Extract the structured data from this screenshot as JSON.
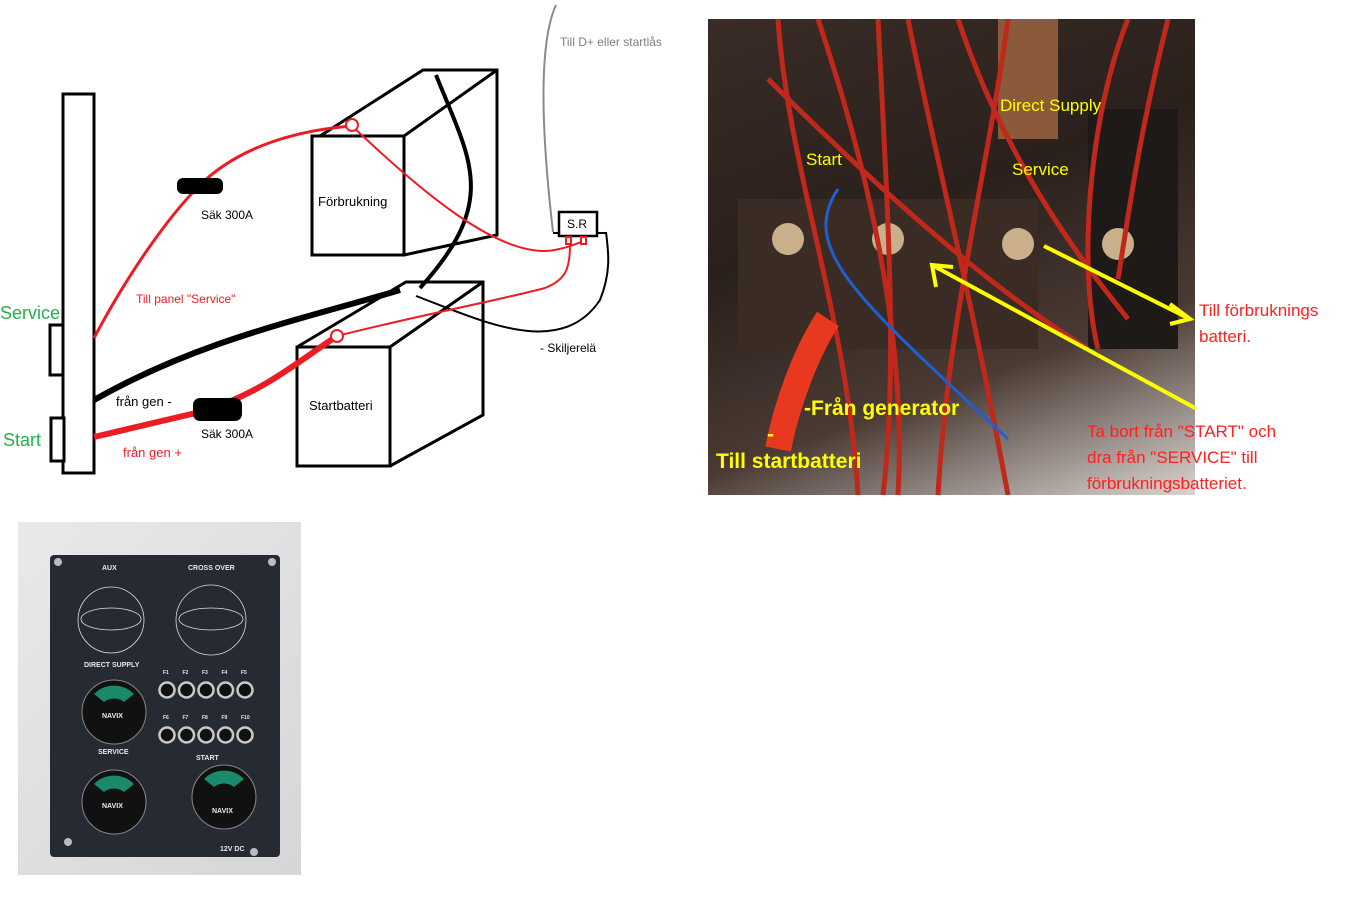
{
  "diagram": {
    "labels": {
      "service": "Service",
      "start": "Start",
      "forbrukning": "Förbrukning",
      "startbatteri": "Startbatteri",
      "fuse_top": "Säk 300A",
      "fuse_bottom": "Säk 300A",
      "till_panel_service": "Till panel \"Service\"",
      "fran_gen_minus": "från gen -",
      "fran_gen_plus": "från gen +",
      "sr": "S.R",
      "skiljerela": "- Skiljerelä",
      "till_d_plus": "Till D+ eller startlås"
    },
    "colors": {
      "green": "#22b14c",
      "red": "#ed1c24",
      "grey": "#7f7f7f"
    }
  },
  "wiring_photo": {
    "direct_supply": "Direct Supply",
    "start": "Start",
    "service": "Service",
    "fran_generator": "-Från generator",
    "till_startbatteri_dash": "-",
    "till_startbatteri": "Till startbatteri",
    "till_forbruknings_1": "Till förbruknings",
    "till_forbruknings_2": "batteri.",
    "note_1": "Ta bort från \"START\" och",
    "note_2": "dra från \"SERVICE\" till",
    "note_3": "förbrukningsbatteriet."
  },
  "panel_photo": {
    "aux": "AUX",
    "cross_over": "CROSS OVER",
    "direct_supply": "DIRECT SUPPLY",
    "service": "SERVICE",
    "start": "START",
    "voltage": "12V DC",
    "brand": "NAVIX",
    "fuses_row1": [
      "F1",
      "F2",
      "F3",
      "F4",
      "F5"
    ],
    "fuses_row2": [
      "F6",
      "F7",
      "F8",
      "F9",
      "F10"
    ]
  }
}
